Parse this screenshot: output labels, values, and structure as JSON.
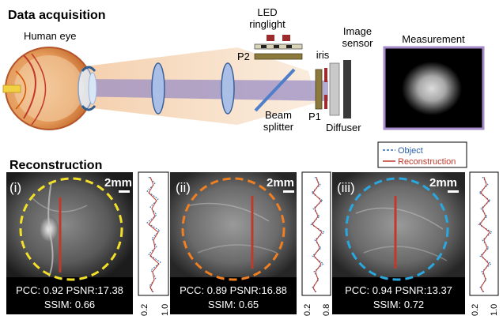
{
  "top": {
    "heading": "Data acquisition",
    "eye_label": "Human eye",
    "led_label_1": "LED",
    "led_label_2": "ringlight",
    "p2": "P2",
    "p1": "P1",
    "iris": "iris",
    "sensor_label_1": "Image",
    "sensor_label_2": "sensor",
    "beam_1": "Beam",
    "beam_2": "splitter",
    "diffuser": "Diffuser",
    "measurement": "Measurement"
  },
  "bottom": {
    "heading": "Reconstruction",
    "legend_object": "Object",
    "legend_reconstruction": "Reconstruction",
    "panels": [
      {
        "id": "(i)",
        "scale": "2mm",
        "metrics_1": "PCC: 0.92 PSNR:17.38",
        "metrics_2": "SSIM: 0.66",
        "ring_color": "#f2e02a",
        "axis_lo": "0.2",
        "axis_hi": "1.0"
      },
      {
        "id": "(ii)",
        "scale": "2mm",
        "metrics_1": "PCC: 0.89 PSNR:16.88",
        "metrics_2": "SSIM: 0.65",
        "ring_color": "#f07f22",
        "axis_lo": "0.2",
        "axis_hi": "0.8"
      },
      {
        "id": "(iii)",
        "scale": "2mm",
        "metrics_1": "PCC: 0.94 PSNR:13.37",
        "metrics_2": "SSIM: 0.72",
        "ring_color": "#29a8e0",
        "axis_lo": "0.2",
        "axis_hi": "1.0"
      }
    ]
  },
  "colors": {
    "object_line": "#2a6fb0",
    "reconstruction_line": "#c0392b",
    "beam": "#9b8fc4",
    "lens": "#a9bfe6",
    "measurement_frame": "#a48bc9"
  }
}
